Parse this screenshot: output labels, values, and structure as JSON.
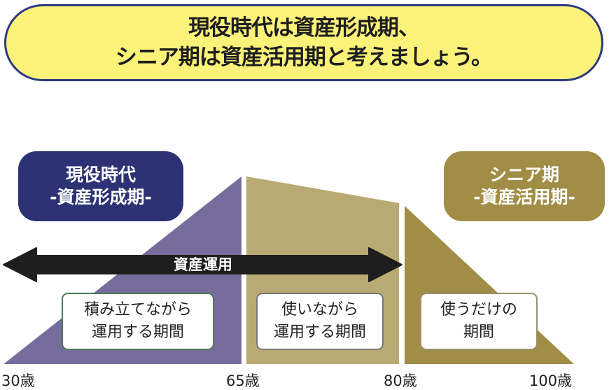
{
  "banner": {
    "line1": "現役時代は資産形成期、",
    "line2": "シニア期は資産活用期と考えましょう。",
    "bg_color": "#fbf27a",
    "border_color": "#2c3a80"
  },
  "phases": {
    "working": {
      "title": "現役時代",
      "subtitle": "-資産形成期-",
      "color": "#2d3275"
    },
    "senior": {
      "title": "シニア期",
      "subtitle": "-資産活用期-",
      "color": "#a18d46"
    }
  },
  "arrow": {
    "label": "資産運用",
    "color": "#1e1e1e"
  },
  "periods": [
    {
      "line1": "積み立てながら",
      "line2": "運用する期間",
      "color": "#766d9c"
    },
    {
      "line1": "使いながら",
      "line2": "運用する期間",
      "color": "#b9aa73"
    },
    {
      "line1": "使うだけの",
      "line2": "期間",
      "color": "#a18d46"
    }
  ],
  "ages": [
    "30歳",
    "65歳",
    "80歳",
    "100歳"
  ]
}
